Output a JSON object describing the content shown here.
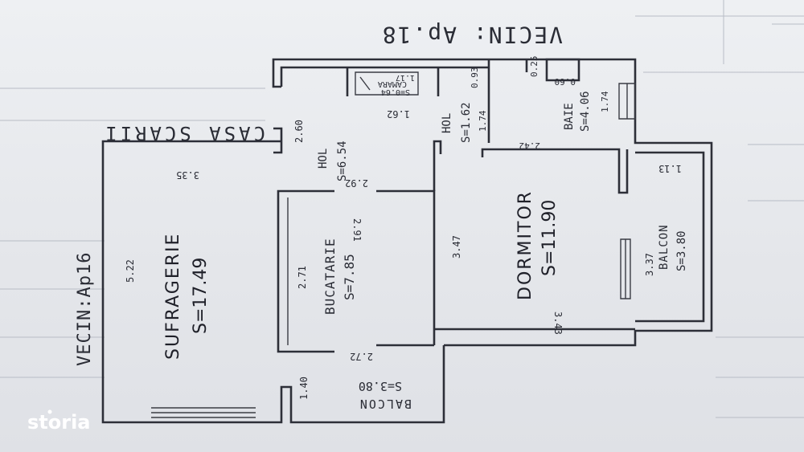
{
  "plan": {
    "neighbor_right": "VECIN: Ap.18",
    "neighbor_left": "VECIN:Ap16",
    "stairwell": "CASA SCARII",
    "rooms": {
      "sufragerie_name": "SUFRAGERIE",
      "sufragerie_area": "S=17.49",
      "bucatarie_name": "BUCATARIE",
      "bucatarie_area": "S=7.85",
      "hol1_name": "HOL",
      "hol1_area": "S=6.54",
      "hol2_name": "HOL",
      "hol2_area": "S=1.62",
      "dormitor_name": "DORMITOR",
      "dormitor_area": "S=11.90",
      "baie_name": "BAIE",
      "baie_area": "S=4.06",
      "camara_name": "CAMARA",
      "camara_area": "S=0.64",
      "balcon1_name": "BALCON",
      "balcon1_area": "S=3.80",
      "balcon2_name": "BALCON",
      "balcon2_area": "S=3.80"
    },
    "dims": {
      "d335": "3.35",
      "d522": "5.22",
      "d260": "2.60",
      "d292": "2.92",
      "d291": "2.91",
      "d271": "2.71",
      "d272": "2.72",
      "d140": "1.40",
      "d347": "3.47",
      "d343": "3.43",
      "d162": "1.62",
      "d117": "1.17",
      "d093": "0.93",
      "d174a": "1.74",
      "d174b": "1.74",
      "d025": "0.25",
      "d060": "0.60",
      "d242": "2.42",
      "d113": "1.13",
      "d337": "3.37"
    }
  },
  "watermark": "storia",
  "colors": {
    "ink": "#2d2f38",
    "paper": "#e9eaee"
  }
}
